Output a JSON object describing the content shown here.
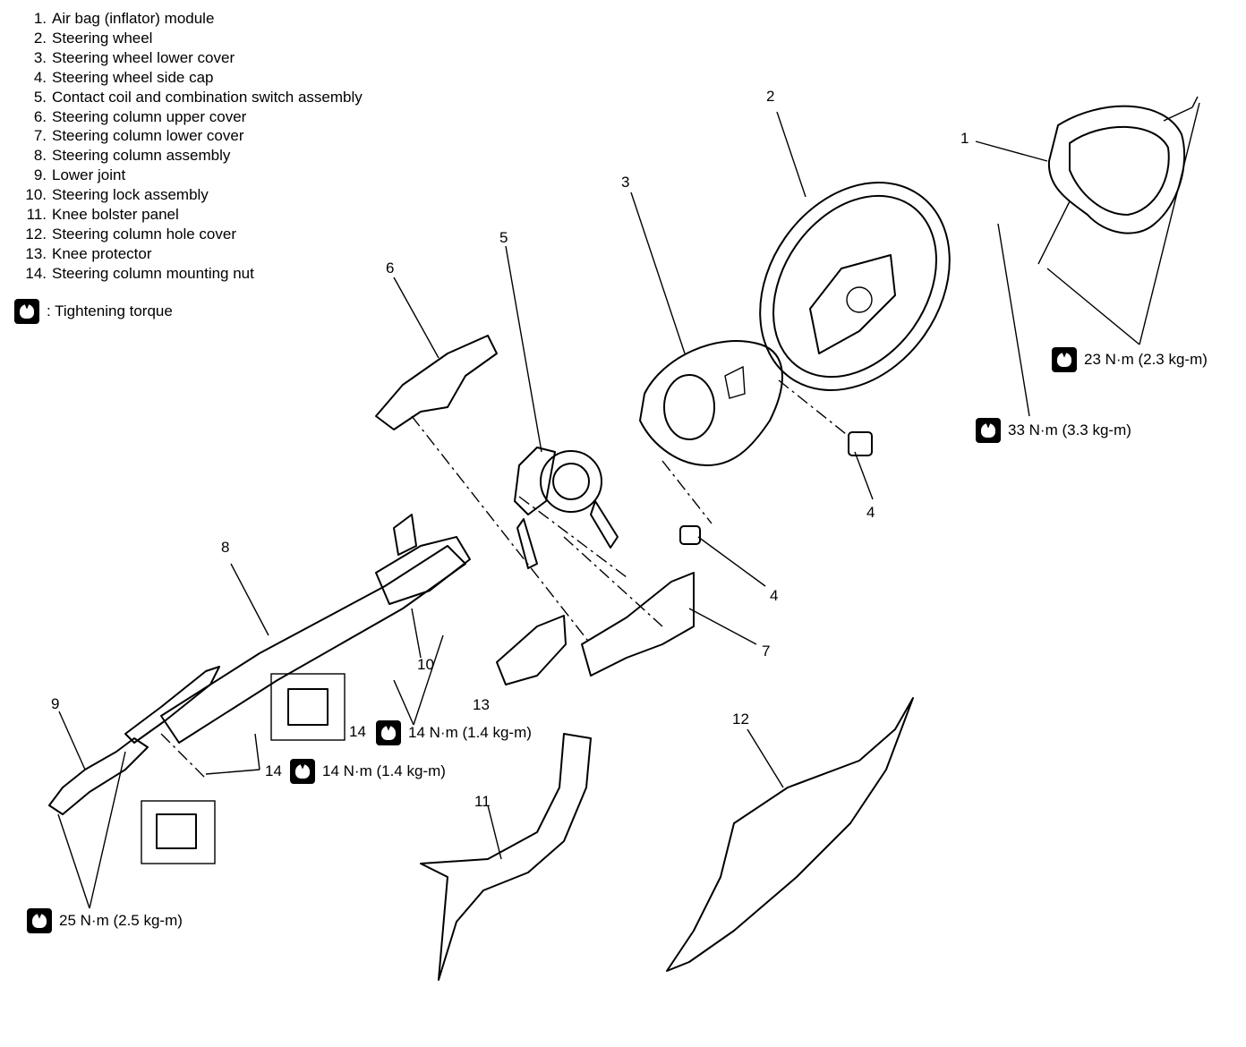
{
  "legend": {
    "items": [
      {
        "num": "1.",
        "label": "Air bag (inflator) module"
      },
      {
        "num": "2.",
        "label": "Steering wheel"
      },
      {
        "num": "3.",
        "label": "Steering wheel lower cover"
      },
      {
        "num": "4.",
        "label": "Steering wheel side cap"
      },
      {
        "num": "5.",
        "label": "Contact coil and combination switch assembly"
      },
      {
        "num": "6.",
        "label": "Steering column upper cover"
      },
      {
        "num": "7.",
        "label": "Steering column lower cover"
      },
      {
        "num": "8.",
        "label": "Steering column assembly"
      },
      {
        "num": "9.",
        "label": "Lower joint"
      },
      {
        "num": "10.",
        "label": "Steering lock assembly"
      },
      {
        "num": "11.",
        "label": "Knee bolster panel"
      },
      {
        "num": "12.",
        "label": "Steering column hole cover"
      },
      {
        "num": "13.",
        "label": "Knee protector"
      },
      {
        "num": "14.",
        "label": "Steering column mounting nut"
      }
    ],
    "torque_key": ": Tightening torque"
  },
  "torques": {
    "t23": "23 N·m (2.3 kg-m)",
    "t33": "33 N·m (3.3 kg-m)",
    "t14a": "14 N·m (1.4 kg-m)",
    "t14b": "14 N·m (1.4 kg-m)",
    "t25": "25 N·m (2.5 kg-m)"
  },
  "callouts": {
    "c1": "1",
    "c2": "2",
    "c3": "3",
    "c4a": "4",
    "c4b": "4",
    "c5": "5",
    "c6": "6",
    "c7": "7",
    "c8": "8",
    "c9": "9",
    "c10": "10",
    "c11": "11",
    "c12": "12",
    "c13": "13",
    "c14a": "14",
    "c14b": "14"
  },
  "icons": {
    "torque": "torque-wrench-icon"
  }
}
